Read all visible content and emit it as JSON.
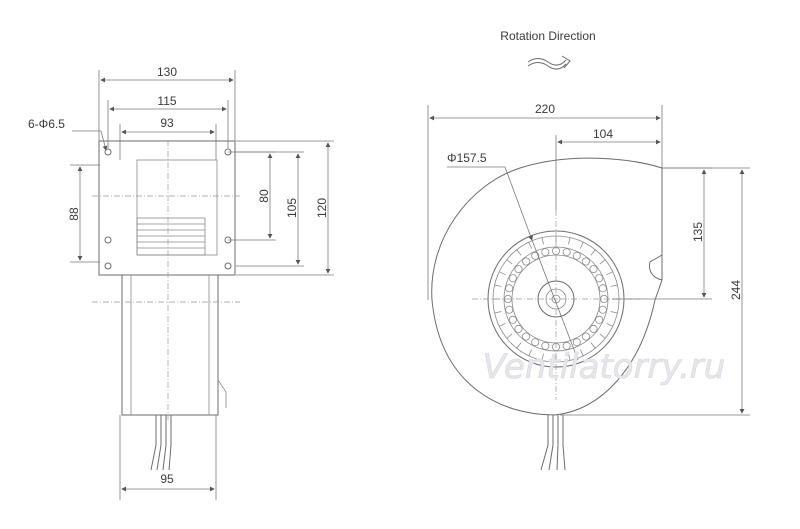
{
  "rotation_label": "Rotation Direction",
  "watermark": "Ventilatorry.ru",
  "side_view": {
    "width_outer": "130",
    "width_mid": "115",
    "width_inner": "93",
    "hole_spec": "6-Φ6.5",
    "height_88": "88",
    "height_80": "80",
    "height_105": "105",
    "height_120": "120",
    "width_bottom": "95"
  },
  "front_view": {
    "overall_width": "220",
    "half_width": "104",
    "impeller_dia": "Φ157.5",
    "height_135": "135",
    "height_244": "244"
  }
}
